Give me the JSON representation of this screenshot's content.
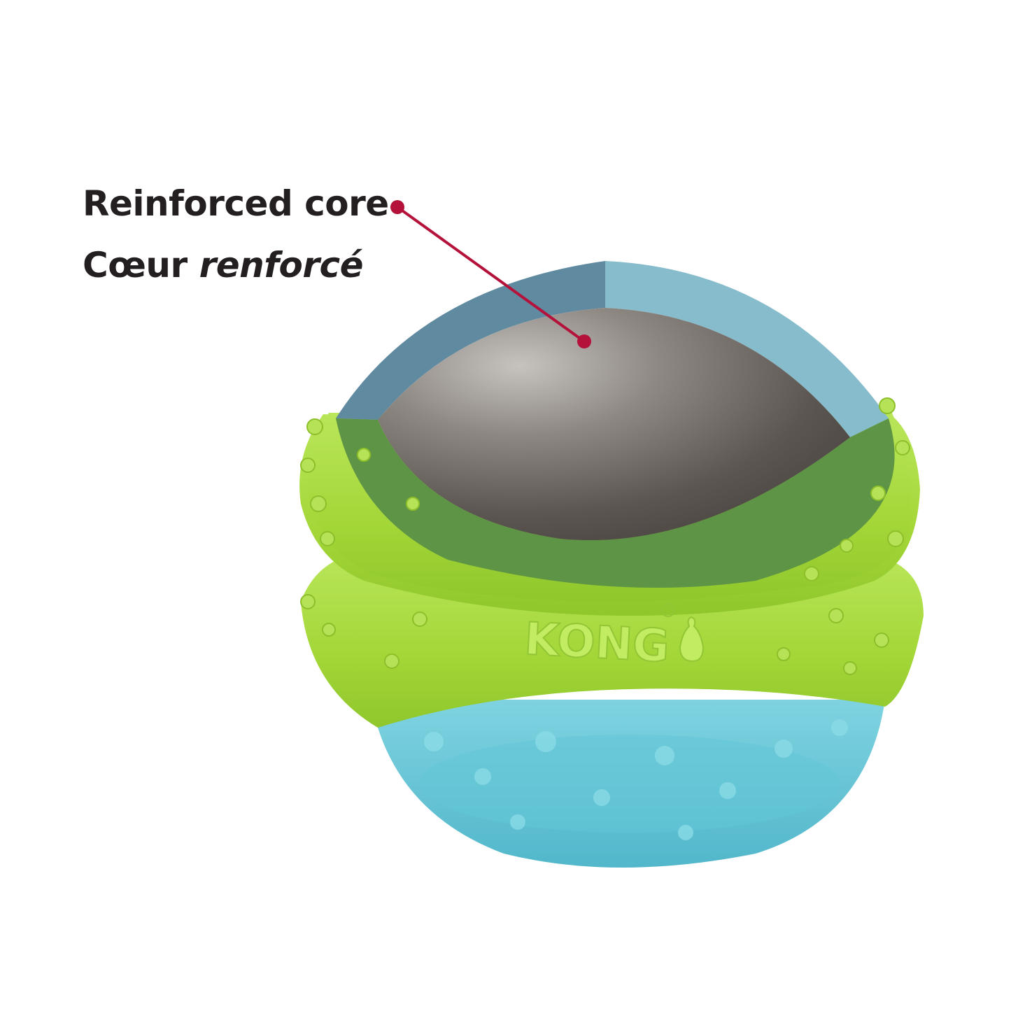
{
  "callout": {
    "label_en": "Reinforced core",
    "label_fr_part1": "Cœur ",
    "label_fr_part2": "renforcé",
    "line_color": "#b5123b"
  },
  "product": {
    "brand_mark": "KONG",
    "colors": {
      "lime_shell": "#a6d93a",
      "teal_shell": "#63c6d7",
      "core": "#5a5450",
      "cut_blue_dark": "#5f8aa0",
      "cut_blue_light": "#86bccb",
      "cut_green": "#5e9445"
    }
  }
}
